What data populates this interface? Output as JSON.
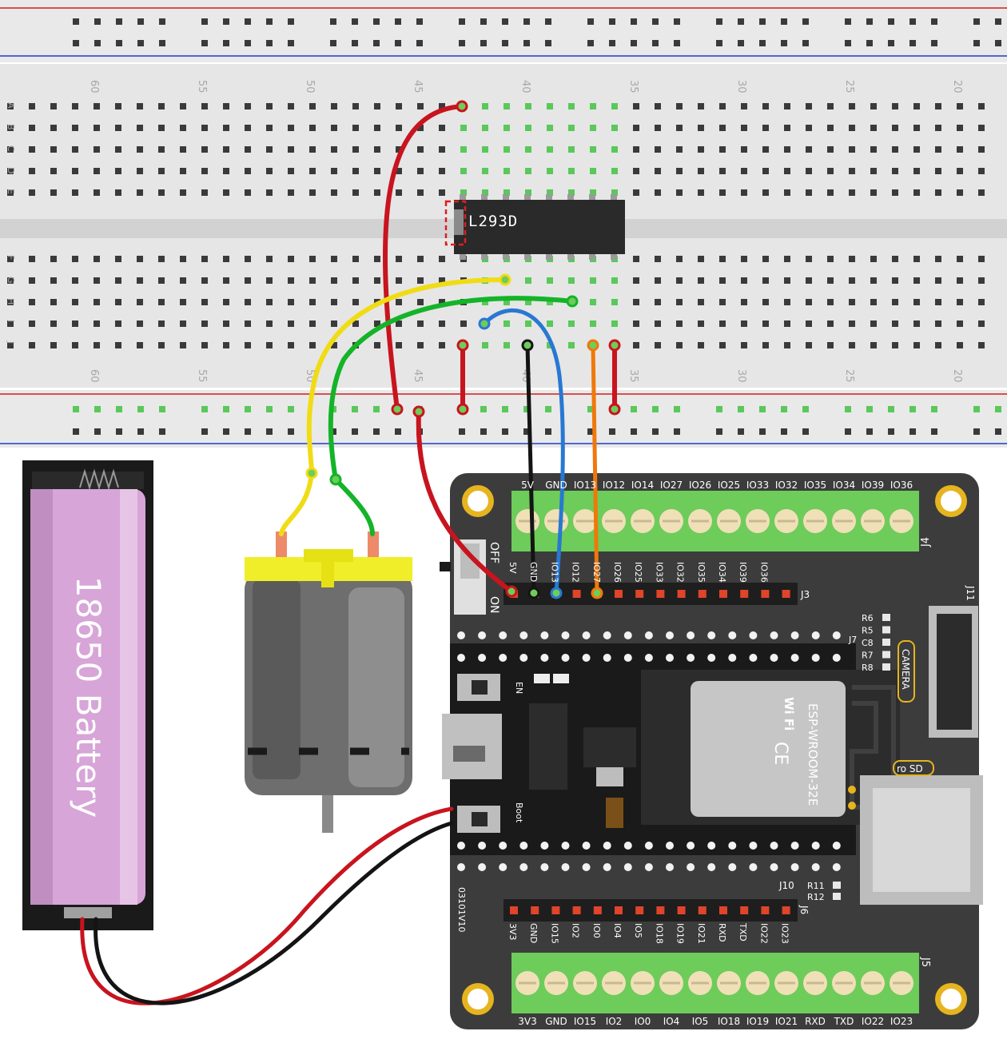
{
  "breadboard": {
    "column_numbers": [
      "60",
      "55",
      "50",
      "45",
      "40",
      "35",
      "30",
      "25",
      "20"
    ],
    "row_letters_top": [
      "A",
      "B",
      "C",
      "D",
      "E"
    ],
    "row_letters_bottom": [
      "F",
      "G",
      "H",
      "I",
      "J"
    ]
  },
  "ic": {
    "label": "L293D"
  },
  "battery": {
    "label": "18650 Battery"
  },
  "board": {
    "top_terminal_labels": [
      "5V",
      "GND",
      "IO13",
      "IO12",
      "IO14",
      "IO27",
      "IO26",
      "IO25",
      "IO33",
      "IO32",
      "IO35",
      "IO34",
      "IO39",
      "IO36"
    ],
    "top_pin_labels": [
      "5V",
      "GND",
      "IO13",
      "IO12",
      "IO27",
      "IO26",
      "IO25",
      "IO33",
      "IO32",
      "IO35",
      "IO34",
      "IO39",
      "IO36"
    ],
    "bottom_pin_labels": [
      "3V3",
      "GND",
      "IO15",
      "IO2",
      "IO0",
      "IO4",
      "IO5",
      "IO18",
      "IO19",
      "IO21",
      "RXD",
      "TXD",
      "IO22",
      "IO23"
    ],
    "bottom_terminal_labels": [
      "3V3",
      "GND",
      "IO15",
      "IO2",
      "IO0",
      "IO4",
      "IO5",
      "IO18",
      "IO19",
      "IO21",
      "RXD",
      "TXD",
      "IO22",
      "IO23"
    ],
    "connector_j4": "J4",
    "connector_j3": "J3",
    "connector_j5": "J5",
    "connector_j6": "J6",
    "connector_j7": "J7",
    "connector_j10": "J10",
    "connector_j11": "J11",
    "switch_off": "OFF",
    "switch_on": "ON",
    "camera_label": "CAMERA",
    "sd_label": "ro SD",
    "en_label": "EN",
    "boot_label": "Boot",
    "board_code": "03101V10",
    "resistors": [
      "R6",
      "R5",
      "C8",
      "R7",
      "R8"
    ],
    "resistors_bottom": [
      "R11",
      "R12"
    ],
    "module_name": "ESP-WROOM-32E",
    "wifi_label": "Wi Fi",
    "ce_label": "CE"
  },
  "colors": {
    "red_wire": "#c8141e",
    "yellow_wire": "#f0dc14",
    "green_wire": "#14b428",
    "blue_wire": "#2878d2",
    "black_wire": "#141414",
    "orange_wire": "#f0780a",
    "battery_pink": "#d7a5d7",
    "motor_yellow": "#f0ee28",
    "terminal_green": "#6ecc5a",
    "board_dark": "#3c3c3c"
  }
}
